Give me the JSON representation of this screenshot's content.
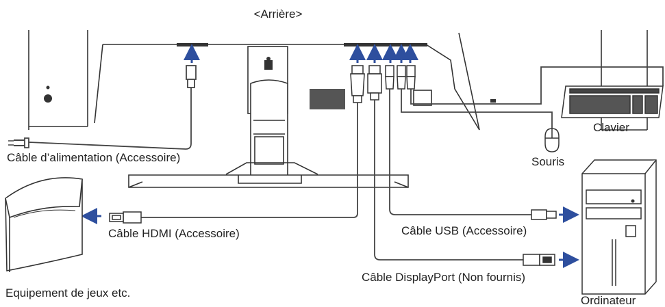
{
  "diagram": {
    "view_label": "<Arrière>",
    "labels": {
      "power_cable": "Câble d’alimentation (Accessoire)",
      "hdmi_cable": "Câble HDMI (Accessoire)",
      "usb_cable": "Câble USB (Accessoire)",
      "displayport_cable": "Câble DisplayPort (Non fournis)",
      "keyboard": "Clavier",
      "mouse": "Souris",
      "computer": "Ordinateur",
      "game_device": "Equipement de jeux etc."
    },
    "colors": {
      "arrow": "#2e4f9e",
      "line": "#333333",
      "cable": "#444444"
    }
  }
}
